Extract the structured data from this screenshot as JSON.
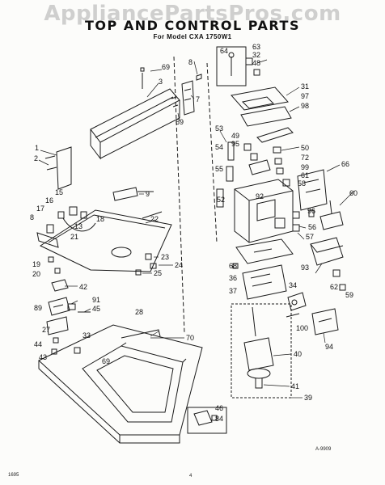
{
  "watermark": "AppliancePartsPros.com",
  "title": "TOP AND CONTROL PARTS",
  "subtitle": "For Model CXA 1750W1",
  "footer": {
    "diagram_code": "A-9909",
    "left_code": "1695",
    "page_number": "4"
  },
  "callouts": [
    "1",
    "2",
    "3",
    "7",
    "8",
    "8",
    "9",
    "13",
    "15",
    "16",
    "17",
    "18",
    "19",
    "20",
    "21",
    "22",
    "23",
    "24",
    "25",
    "27",
    "28",
    "31",
    "32",
    "33",
    "34",
    "36",
    "37",
    "39",
    "40",
    "41",
    "42",
    "43",
    "44",
    "45",
    "46",
    "48",
    "49",
    "50",
    "52",
    "53",
    "54",
    "55",
    "56",
    "57",
    "58",
    "59",
    "60",
    "61",
    "62",
    "63",
    "64",
    "66",
    "68",
    "69",
    "69",
    "69",
    "70",
    "72",
    "84",
    "89",
    "91",
    "92",
    "93",
    "94",
    "95",
    "96",
    "97",
    "98",
    "99",
    "100"
  ]
}
